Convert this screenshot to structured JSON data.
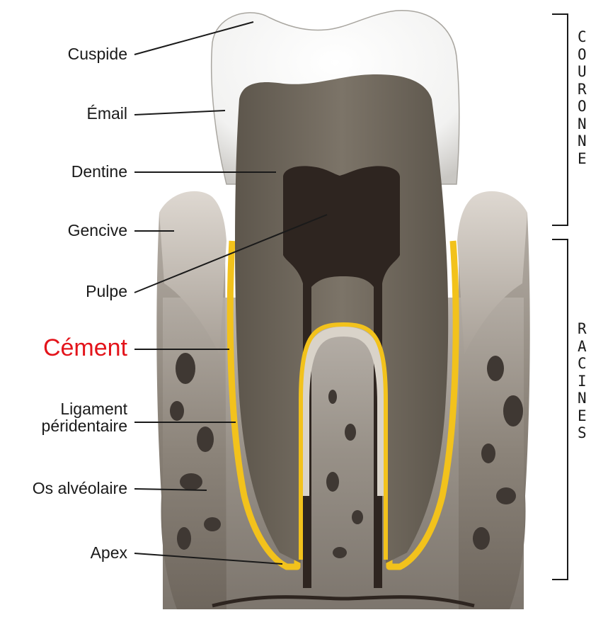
{
  "labels": {
    "cuspide": "Cuspide",
    "email": "Émail",
    "dentine": "Dentine",
    "gencive": "Gencive",
    "pulpe": "Pulpe",
    "cement": "Cément",
    "ligament_line1": "Ligament",
    "ligament_line2": "péridentaire",
    "os_alveolaire": "Os alvéolaire",
    "apex": "Apex"
  },
  "sections": {
    "crown": "C\nO\nU\nR\nO\nN\nN\nE",
    "root": "R\nA\nC\nI\nN\nE\nS"
  },
  "colors": {
    "highlight_label": "#e3141b",
    "cement_band": "#f2c21c",
    "dentine": "#6e675c",
    "pulp": "#2e2520",
    "enamel": "#f4f4f4",
    "bone": "#8a8178"
  }
}
